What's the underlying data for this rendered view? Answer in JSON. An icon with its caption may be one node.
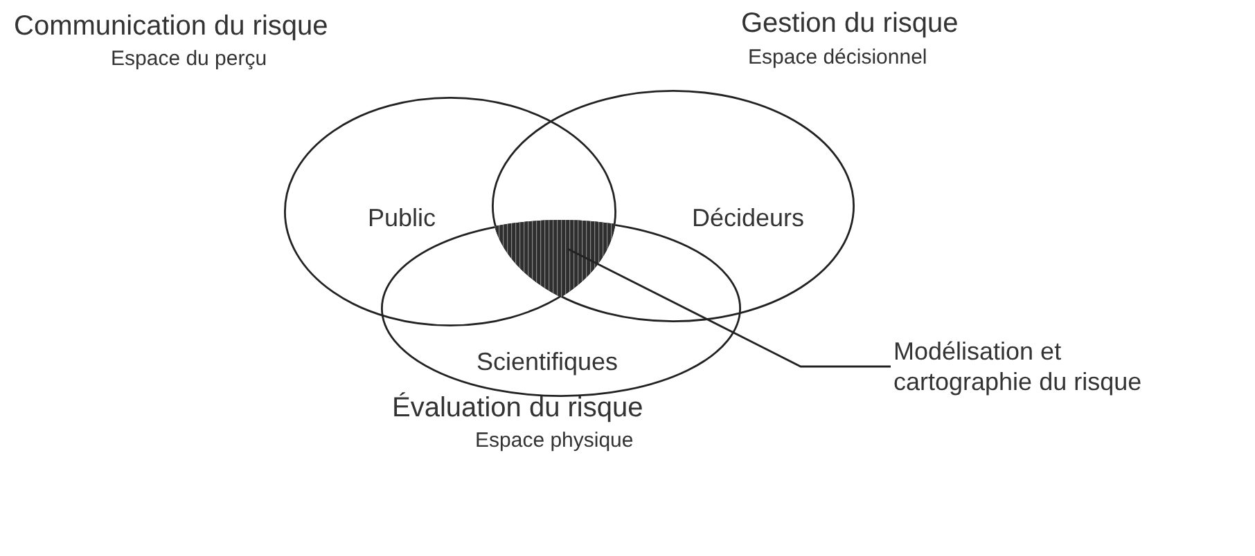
{
  "diagram": {
    "nodes": [
      {
        "text": [
          "Public"
        ],
        "beside": [
          "Communication du risque",
          "Espace du perçu"
        ]
      },
      {
        "text": [
          "Décideurs"
        ],
        "beside": [
          "Gestion du risque",
          "Espace décisionnel"
        ]
      },
      {
        "text": [
          "Scientifiques"
        ],
        "beside": [
          "Évaluation du risque",
          "Espace physique"
        ]
      },
      {
        "text": [],
        "shape": "triangle"
      },
      {
        "text": [
          "Modélisation et cartographie du risque"
        ]
      }
    ],
    "edges": [
      {
        "from": 4,
        "to": 3,
        "arrow": "none"
      }
    ]
  }
}
